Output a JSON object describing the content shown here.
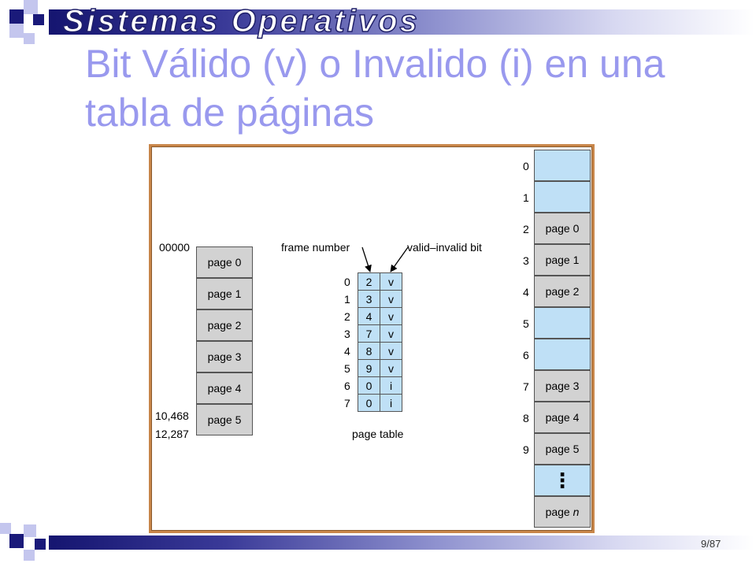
{
  "header": {
    "title": "Sistemas Operativos"
  },
  "slide": {
    "title": "Bit Válido (v) o Invalido (i) en una tabla de páginas",
    "number": "9/87"
  },
  "colors": {
    "navy": "#1a1a7a",
    "lavender": "#c4c6ee",
    "title": "#9999ee",
    "frame_border": "#c8864a",
    "cell_blue": "#bfe0f6",
    "cell_gray": "#d2d2d2"
  },
  "diagram": {
    "logical_memory": {
      "start_address": "00000",
      "address_a": "10,468",
      "address_b": "12,287",
      "pages": [
        "page 0",
        "page 1",
        "page 2",
        "page 3",
        "page 4",
        "page 5"
      ]
    },
    "page_table": {
      "caption": "page table",
      "frame_number_label": "frame number",
      "valid_bit_label": "valid–invalid bit",
      "rows": [
        {
          "index": "0",
          "frame": "2",
          "bit": "v"
        },
        {
          "index": "1",
          "frame": "3",
          "bit": "v"
        },
        {
          "index": "2",
          "frame": "4",
          "bit": "v"
        },
        {
          "index": "3",
          "frame": "7",
          "bit": "v"
        },
        {
          "index": "4",
          "frame": "8",
          "bit": "v"
        },
        {
          "index": "5",
          "frame": "9",
          "bit": "v"
        },
        {
          "index": "6",
          "frame": "0",
          "bit": "i"
        },
        {
          "index": "7",
          "frame": "0",
          "bit": "i"
        }
      ]
    },
    "physical_memory": {
      "frames": [
        {
          "index": "0",
          "label": ""
        },
        {
          "index": "1",
          "label": ""
        },
        {
          "index": "2",
          "label": "page 0"
        },
        {
          "index": "3",
          "label": "page 1"
        },
        {
          "index": "4",
          "label": "page 2"
        },
        {
          "index": "5",
          "label": ""
        },
        {
          "index": "6",
          "label": ""
        },
        {
          "index": "7",
          "label": "page 3"
        },
        {
          "index": "8",
          "label": "page 4"
        },
        {
          "index": "9",
          "label": "page 5"
        }
      ],
      "ellipsis": "⋮",
      "last_frame": {
        "prefix": "page ",
        "suffix": "n"
      }
    }
  }
}
